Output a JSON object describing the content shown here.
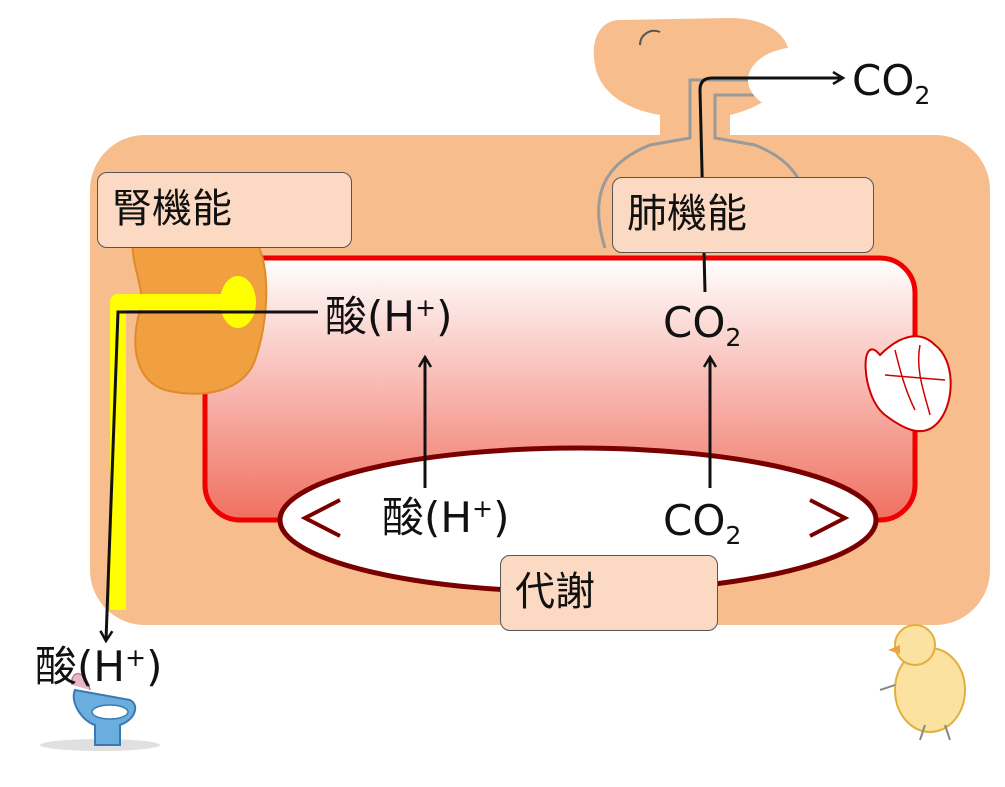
{
  "labels": {
    "kidney": "腎機能",
    "lung": "肺機能",
    "metabolism": "代謝"
  },
  "chem": {
    "acid_main": "酸(H",
    "acid_sup": "+",
    "acid_close": ")",
    "co2_main": "CO",
    "co2_sub": "2"
  },
  "colors": {
    "body": "#f7bd8d",
    "vessel_border": "#ee0000",
    "vessel_fill_top": "#ffffff",
    "vessel_fill_bottom": "#f07a6a",
    "metabolism_border": "#7a0000",
    "urine": "#ffff00",
    "kidney": "#f0a040"
  }
}
